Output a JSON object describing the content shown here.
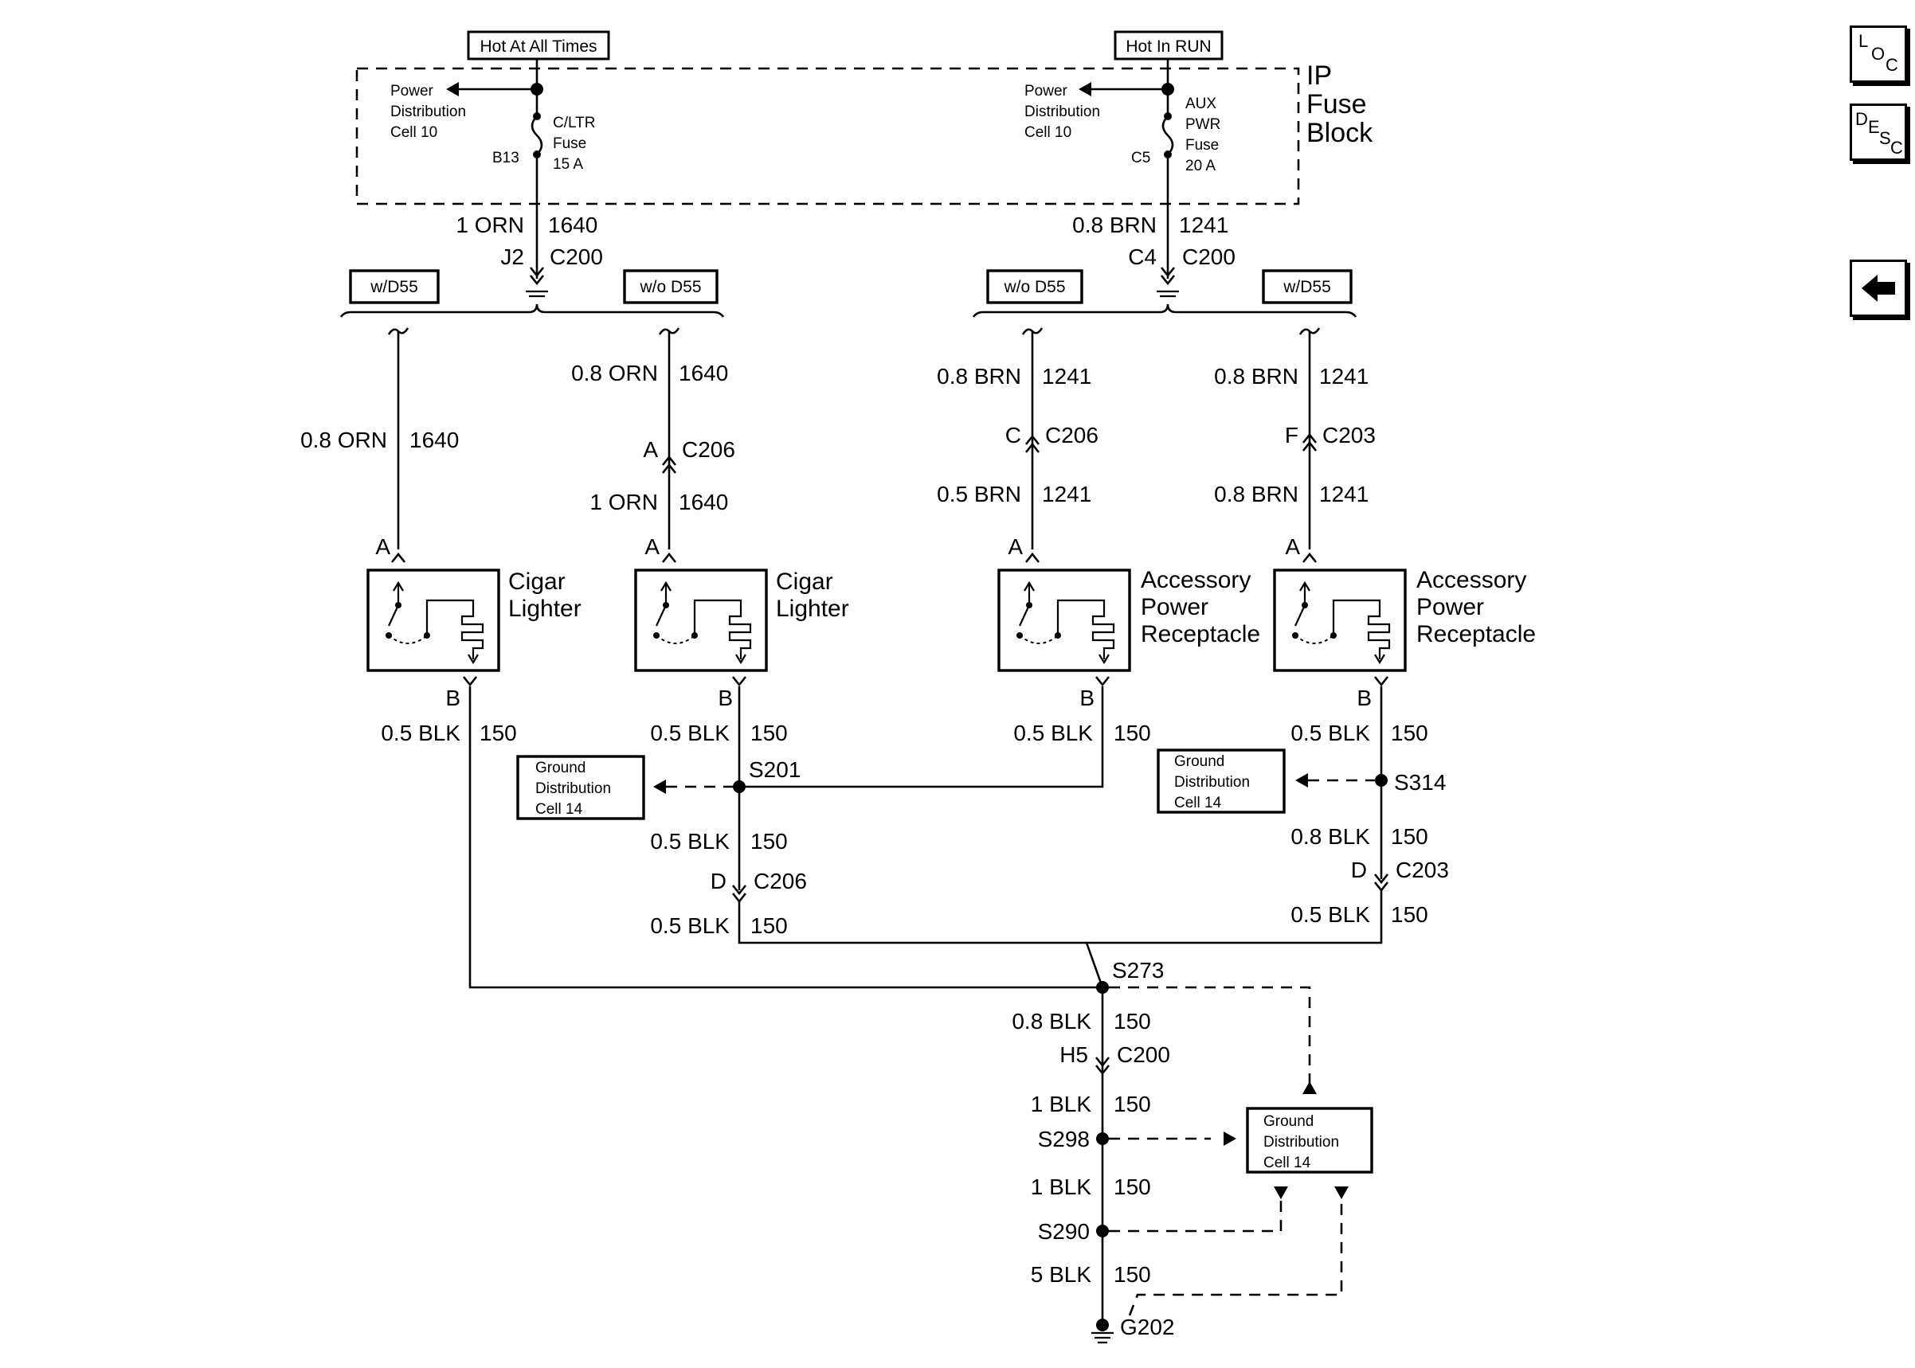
{
  "fuse_block": {
    "title_line1": "IP",
    "title_line2": "Fuse",
    "title_line3": "Block",
    "left_source": "Hot At All Times",
    "right_source": "Hot In RUN",
    "left_dist": [
      "Power",
      "Distribution",
      "Cell 10"
    ],
    "right_dist": [
      "Power",
      "Distribution",
      "Cell 10"
    ],
    "left_fuse": [
      "C/LTR",
      "Fuse",
      "15 A"
    ],
    "right_fuse": [
      "AUX",
      "PWR",
      "Fuse",
      "20 A"
    ],
    "left_pin": "B13",
    "right_pin": "C5"
  },
  "left_circuit": {
    "wire_main": "1 ORN",
    "circuit_main": "1640",
    "conn_pin": "J2",
    "conn": "C200",
    "opt_with": "w/D55",
    "opt_without": "w/o D55",
    "branch1": {
      "wire": "0.8 ORN",
      "circuit": "1640",
      "pin": "A"
    },
    "branch2": {
      "wire_top": "0.8 ORN",
      "circuit_top": "1640",
      "conn_pin": "A",
      "conn": "C206",
      "wire_bot": "1 ORN",
      "circuit_bot": "1640",
      "pin": "A"
    }
  },
  "right_circuit": {
    "wire_main": "0.8 BRN",
    "circuit_main": "1241",
    "conn_pin": "C4",
    "conn": "C200",
    "opt_without": "w/o D55",
    "opt_with": "w/D55",
    "branch1": {
      "wire_top": "0.8 BRN",
      "circuit_top": "1241",
      "conn_pin": "C",
      "conn": "C206",
      "wire_bot": "0.5 BRN",
      "circuit_bot": "1241",
      "pin": "A"
    },
    "branch2": {
      "wire_top": "0.8 BRN",
      "circuit_top": "1241",
      "conn_pin": "F",
      "conn": "C203",
      "wire_bot": "0.8 BRN",
      "circuit_bot": "1241",
      "pin": "A"
    }
  },
  "components": [
    {
      "name": [
        "Cigar",
        "Lighter"
      ]
    },
    {
      "name": [
        "Cigar",
        "Lighter"
      ]
    },
    {
      "name": [
        "Accessory",
        "Power",
        "Receptacle"
      ]
    },
    {
      "name": [
        "Accessory",
        "Power",
        "Receptacle"
      ]
    }
  ],
  "ground": {
    "pin_b": "B",
    "w1": "0.5 BLK",
    "c1": "150",
    "w2": "0.5 BLK",
    "c2": "150",
    "w3": "0.5 BLK",
    "c3": "150",
    "w4": "0.5 BLK",
    "c4": "150",
    "splice_s201": "S201",
    "splice_s314": "S314",
    "w5": "0.5 BLK",
    "c5": "150",
    "c206_pin": "D",
    "c206": "C206",
    "w6": "0.5 BLK",
    "c6": "150",
    "w7": "0.8 BLK",
    "c7": "150",
    "c203_pin": "D",
    "c203": "C203",
    "w8": "0.5 BLK",
    "c8": "150",
    "splice_s273": "S273",
    "w9": "0.8 BLK",
    "c9": "150",
    "c200_pin": "H5",
    "c200": "C200",
    "w10": "1 BLK",
    "c10": "150",
    "splice_s298": "S298",
    "w11": "1 BLK",
    "c11": "150",
    "splice_s290": "S290",
    "w12": "5 BLK",
    "c12": "150",
    "ground_id": "G202",
    "gdc": [
      "Ground",
      "Distribution",
      "Cell 14"
    ]
  },
  "nav": {
    "loc": [
      "L",
      "O",
      "C"
    ],
    "desc": [
      "D",
      "E",
      "S",
      "C"
    ],
    "back_icon": "arrow-left-icon"
  }
}
